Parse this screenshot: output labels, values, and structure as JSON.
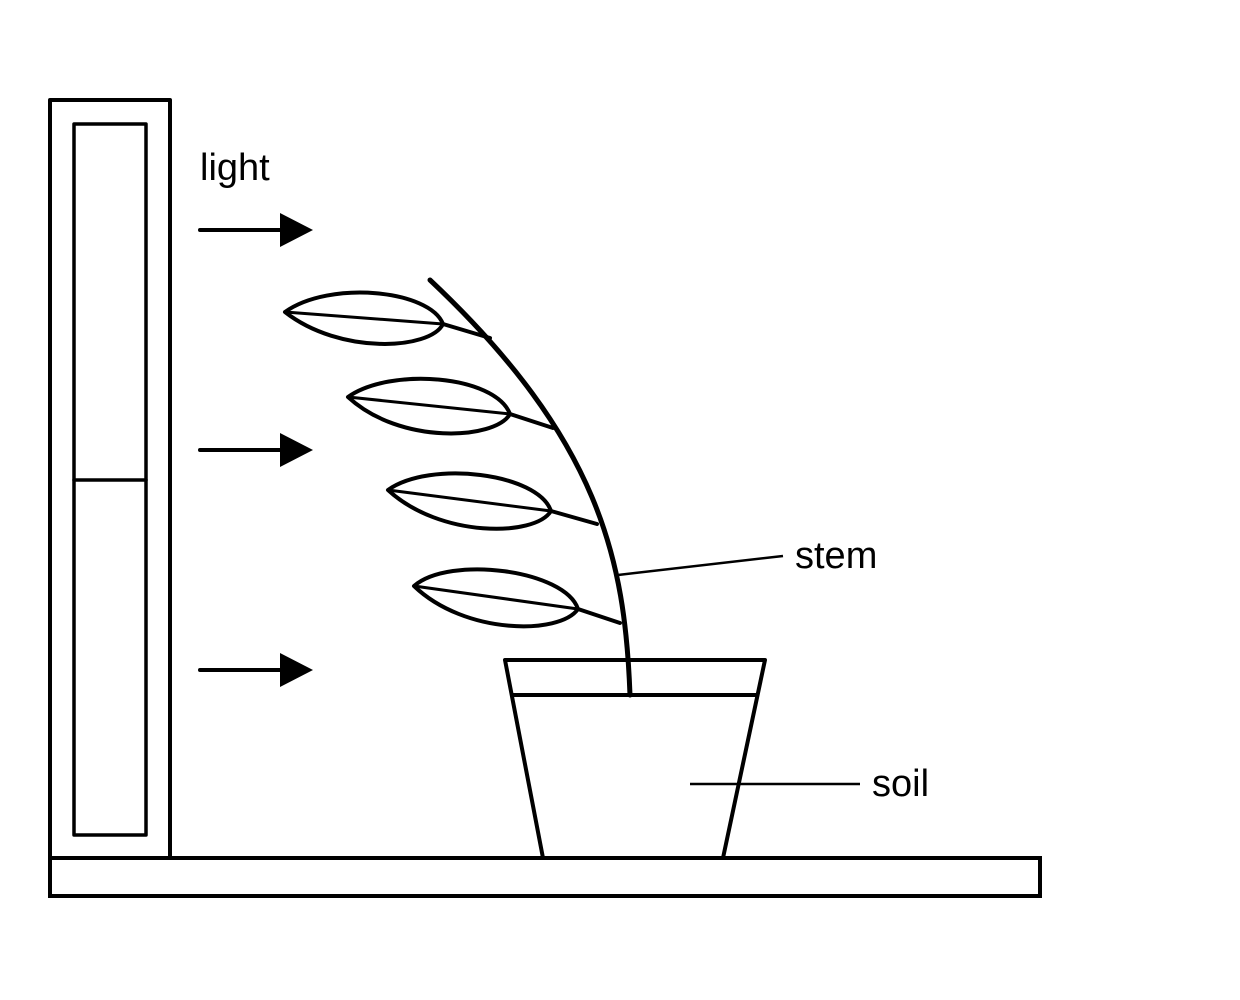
{
  "labels": {
    "light": "light",
    "stem": "stem",
    "soil": "soil"
  },
  "colors": {
    "ink": "#000000",
    "background": "#ffffff"
  }
}
